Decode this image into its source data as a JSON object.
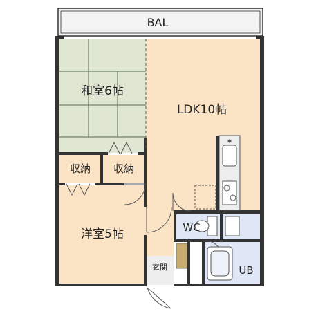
{
  "rooms": {
    "balcony": {
      "label": "BAL"
    },
    "washitsu": {
      "label": "和室6帖"
    },
    "ldk": {
      "label": "LDK10帖"
    },
    "storage_left": {
      "label": "収納"
    },
    "storage_right": {
      "label": "収納"
    },
    "youshitsu": {
      "label": "洋室5帖"
    },
    "toilet": {
      "label": "WC"
    },
    "entrance": {
      "label": "玄関"
    },
    "bath": {
      "label": "UB"
    }
  },
  "colors": {
    "tatami": "#dfe6d2",
    "floor": "#fbe3c6",
    "wet_area": "#dfe6f6",
    "balcony": "#f3f3f3",
    "entrance": "#eeeeee",
    "shoebox": "#c9ad6e",
    "wall": "#333333"
  }
}
